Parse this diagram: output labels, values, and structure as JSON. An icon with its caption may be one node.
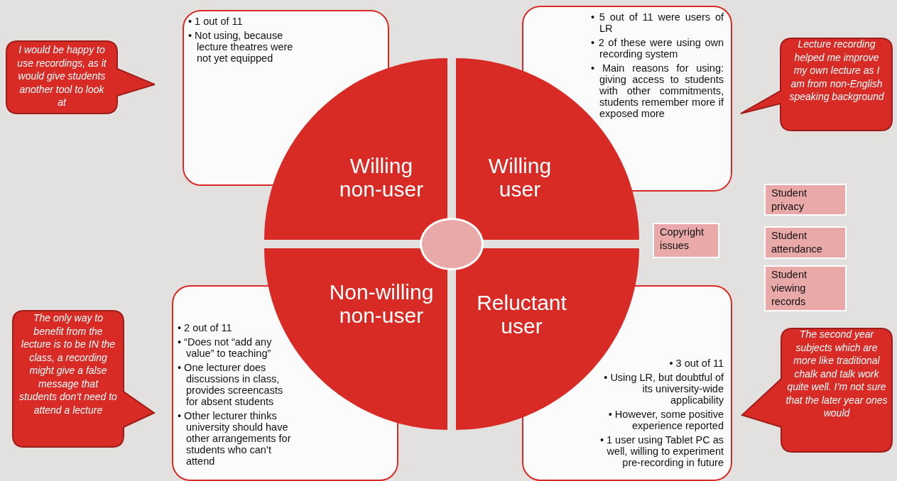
{
  "diagram": {
    "nodes": [
      {
        "text": [
          "I would be happy to use recordings, as it would give students another tool to look at"
        ]
      },
      {
        "text": [
          "• 1 out of 11",
          "• Not using, because lecture theatres were not yet equipped"
        ]
      },
      {
        "text": [
          "• 5 out of 11 were users of LR",
          "• 2 of these were using own recording system",
          "• Main reasons for using: giving access to students with other commitments, students remember more if exposed more"
        ]
      },
      {
        "text": [
          "Lecture recording helped me improve my own lecture as I am from non-English speaking background"
        ]
      },
      {
        "text": [
          "Willing non-user"
        ]
      },
      {
        "text": [
          "Willing user"
        ]
      },
      {
        "text": [],
        "shape": "circle"
      },
      {
        "text": [
          "Student privacy"
        ]
      },
      {
        "text": [
          "Copyright issues"
        ]
      },
      {
        "text": [
          "Student attendance"
        ]
      },
      {
        "text": [
          "Student viewing records"
        ]
      },
      {
        "text": [
          "Non-willing non-user"
        ]
      },
      {
        "text": [
          "Reluctant user"
        ]
      },
      {
        "text": [
          "The only way to benefit from the lecture is to be IN the class, a recording might give a false message that students don’t need to attend a lecture"
        ]
      },
      {
        "text": [
          "• 2 out of 11",
          "• “Does not “add any value” to teaching”",
          "• One lecturer does discussions in class, provides screencasts for absent students",
          "• Other lecturer thinks university should have other arrangements for students who can’t attend"
        ]
      },
      {
        "text": [
          "• 3 out of 11",
          "• Using LR, but doubtful of its university-wide applicability",
          "• However, some positive experience reported",
          "• 1 user using Tablet PC as well, willing to experiment pre-recording in future"
        ]
      },
      {
        "text": [
          "The second year subjects which are more like traditional chalk and talk work quite well. I’m not sure that the later year ones would"
        ]
      }
    ],
    "edges": []
  }
}
